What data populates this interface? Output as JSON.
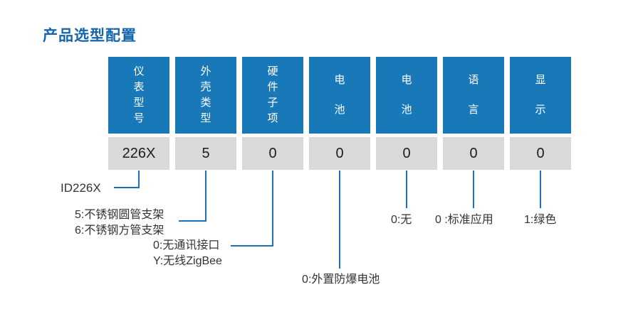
{
  "page": {
    "title": "产品选型配置"
  },
  "colors": {
    "header_box_blue": "#1878b8",
    "value_box_gray": "#d9d9d9",
    "title_blue": "#1565ad",
    "connector_line_blue": "#1a72b8",
    "annotation_text": "#333333"
  },
  "columns": [
    {
      "header": "仪表型号",
      "value": "226X"
    },
    {
      "header": "外壳类型",
      "value": "5"
    },
    {
      "header": "硬件子项",
      "value": "0"
    },
    {
      "header": "电池",
      "value": "0"
    },
    {
      "header": "电池",
      "value": "0"
    },
    {
      "header": "语言",
      "value": "0"
    },
    {
      "header": "显示",
      "value": "0"
    }
  ],
  "annotations": [
    {
      "lines": [
        "ID226X"
      ]
    },
    {
      "lines": [
        "5:不锈钢圆管支架",
        "6:不锈钢方管支架"
      ]
    },
    {
      "lines": [
        "0:无通讯接口",
        "Y:无线ZigBee"
      ]
    },
    {
      "lines": [
        "0:外置防爆电池"
      ]
    },
    {
      "lines": [
        "0:无"
      ]
    },
    {
      "lines": [
        "0 :标准应用"
      ]
    },
    {
      "lines": [
        "1:绿色"
      ]
    }
  ]
}
